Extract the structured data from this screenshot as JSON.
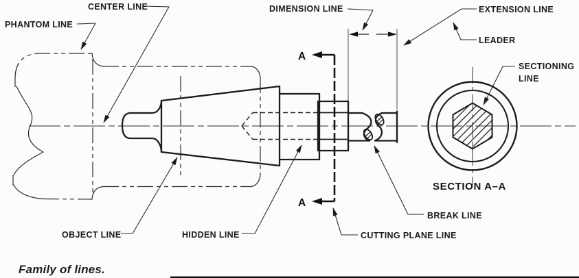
{
  "caption": "Family of lines.",
  "colors": {
    "ink": "#1b1b1b",
    "paper": "#fcfcfa"
  },
  "labels": {
    "phantom": "PHANTOM LINE",
    "center": "CENTER LINE",
    "dimension": "DIMENSION LINE",
    "extension": "EXTENSION LINE",
    "leader": "LEADER",
    "sectioning_line_1": "SECTIONING",
    "sectioning_line_2": "LINE",
    "object": "OBJECT LINE",
    "hidden": "HIDDEN LINE",
    "cutting_plane": "CUTTING PLANE LINE",
    "break": "BREAK LINE",
    "section_title": "SECTION A–A",
    "cutting_letter_top": "A",
    "cutting_letter_bottom": "A"
  }
}
